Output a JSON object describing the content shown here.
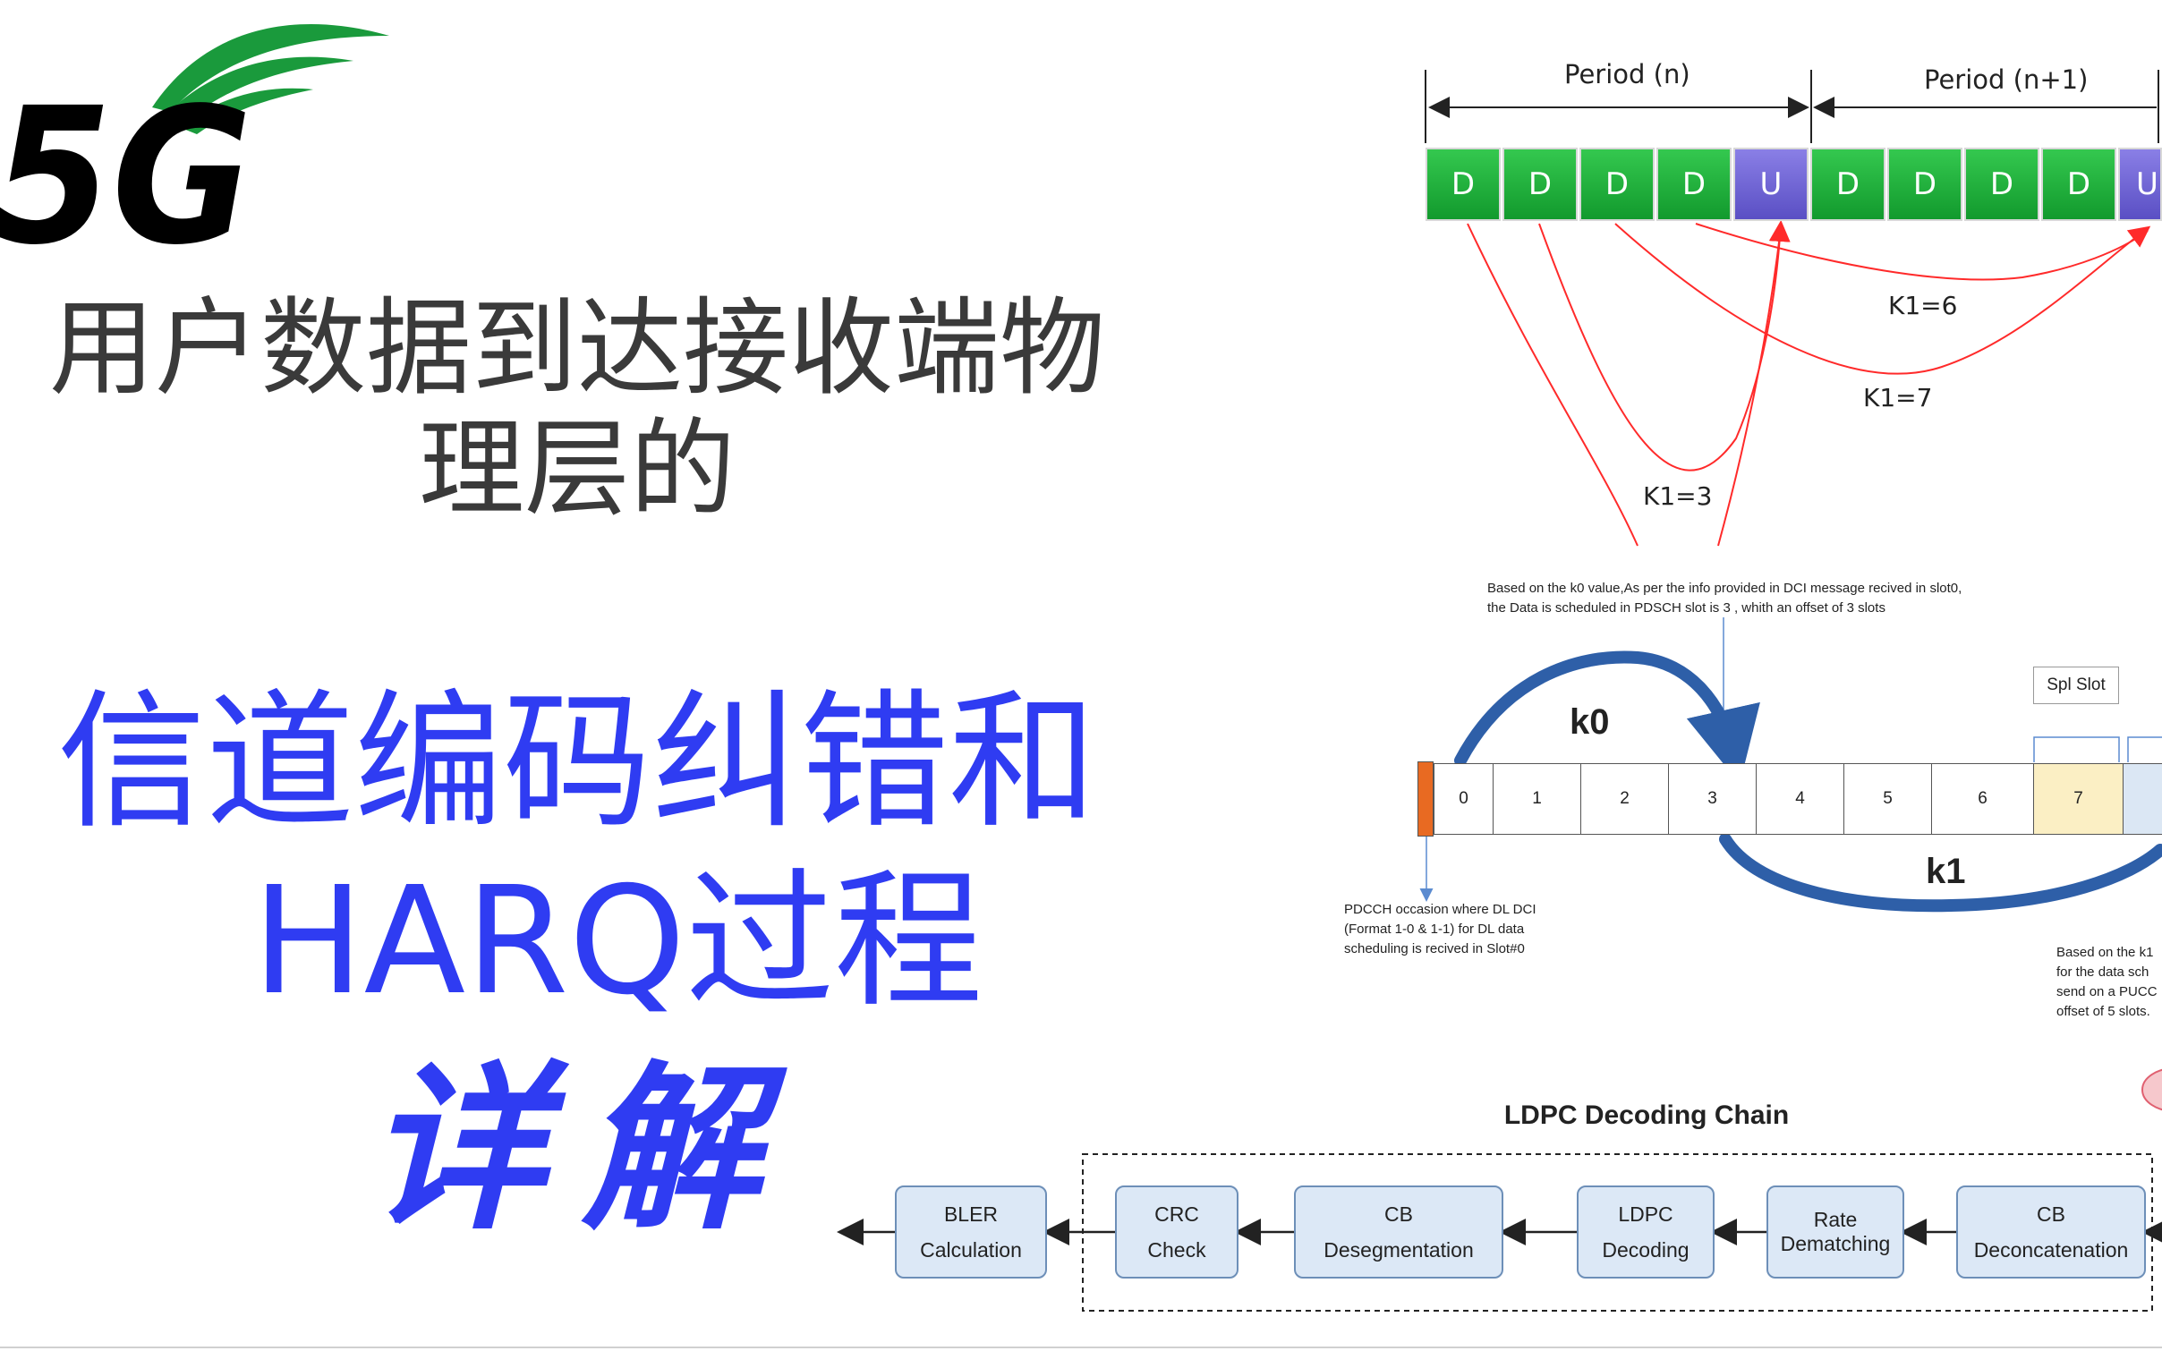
{
  "title": {
    "line1": "用户数据到达接收端物",
    "line2": "理层的",
    "blue_line1": "信道编码纠错和",
    "blue_line2": "HARQ过程",
    "script": "详解"
  },
  "logo": {
    "text": "5G",
    "name": "5g-logo"
  },
  "tdd": {
    "period_n": "Period (n)",
    "period_n1": "Period (n+1)",
    "slots": [
      "D",
      "D",
      "D",
      "D",
      "U",
      "D",
      "D",
      "D",
      "D",
      "U"
    ],
    "k1_labels": [
      "K1=6",
      "K1=7",
      "K1=3"
    ]
  },
  "slot_timeline": {
    "k0_note": "Based on the k0 value,As per the info provided in DCI message  recived in slot0,\nthe  Data is scheduled in PDSCH  slot is 3 , whith an offset of 3 slots",
    "spl_slot": "Spl Slot",
    "k0": "k0",
    "k1": "k1",
    "slots": [
      "0",
      "1",
      "2",
      "3",
      "4",
      "5",
      "6",
      "7"
    ],
    "pdcch_note": "PDCCH occasion where DL DCI\n(Format 1-0 & 1-1) for DL data\nscheduling is recived in Slot#0",
    "k1_note": "Based on the k1\nfor the data sch\nsend on a PUCC\noffset of 5 slots."
  },
  "chain": {
    "title": "LDPC  Decoding Chain",
    "blocks": [
      {
        "line1": "BLER",
        "line2": "Calculation"
      },
      {
        "line1": "CRC",
        "line2": "Check"
      },
      {
        "line1": "CB",
        "line2": "Desegmentation"
      },
      {
        "line1": "LDPC",
        "line2": "Decoding"
      },
      {
        "line1": "Rate",
        "line2": "Dematching"
      },
      {
        "line1": "CB",
        "line2": "Deconcatenation"
      }
    ]
  },
  "colors": {
    "blue_title": "#2f3cf2",
    "grey_title": "#3a3a3a",
    "green_logo": "#1a9a3c",
    "tdd_d": "#1fae3b",
    "tdd_u": "#6c62d6",
    "arrow_red": "#ff2a2a"
  }
}
